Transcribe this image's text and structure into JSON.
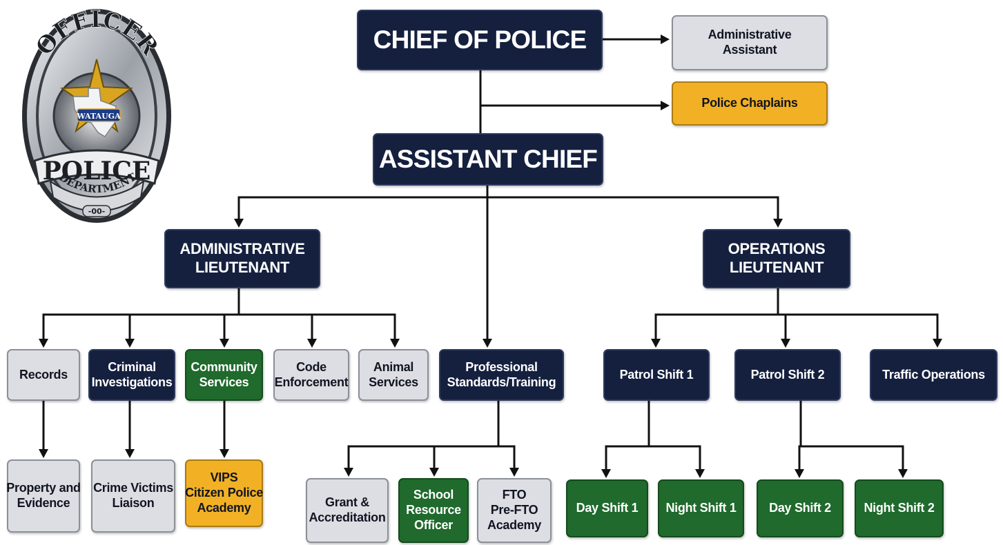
{
  "badge": {
    "top_text": "OFFICER",
    "mid_text": "POLICE",
    "bottom_text": "DEPARTMENT",
    "number": "-00-",
    "city_text": "WATAUGA",
    "colors": {
      "silver": "#bfc3c8",
      "gold": "#d9a521",
      "dark": "#2a2e33"
    }
  },
  "colors": {
    "navy": "#15203f",
    "grey": "#dcdee3",
    "green": "#1f6a2c",
    "gold": "#f2b124",
    "line": "#111111"
  },
  "nodes": {
    "chief": {
      "lines": [
        "CHIEF OF POLICE"
      ]
    },
    "admin_assistant": {
      "lines": [
        "Administrative",
        "Assistant"
      ]
    },
    "chaplains": {
      "lines": [
        "Police Chaplains"
      ]
    },
    "asst_chief": {
      "lines": [
        "ASSISTANT CHIEF"
      ]
    },
    "admin_lt": {
      "lines": [
        "ADMINISTRATIVE",
        "LIEUTENANT"
      ]
    },
    "ops_lt": {
      "lines": [
        "OPERATIONS",
        "LIEUTENANT"
      ]
    },
    "records": {
      "lines": [
        "Records"
      ]
    },
    "criminal": {
      "lines": [
        "Criminal",
        "Investigations"
      ]
    },
    "community": {
      "lines": [
        "Community",
        "Services"
      ]
    },
    "code": {
      "lines": [
        "Code",
        "Enforcement"
      ]
    },
    "animal": {
      "lines": [
        "Animal",
        "Services"
      ]
    },
    "prof": {
      "lines": [
        "Professional",
        "Standards/Training"
      ]
    },
    "patrol1": {
      "lines": [
        "Patrol Shift 1"
      ]
    },
    "patrol2": {
      "lines": [
        "Patrol Shift 2"
      ]
    },
    "traffic": {
      "lines": [
        "Traffic Operations"
      ]
    },
    "property": {
      "lines": [
        "Property and",
        "Evidence"
      ]
    },
    "victims": {
      "lines": [
        "Crime Victims",
        "Liaison"
      ]
    },
    "vips": {
      "lines": [
        "VIPS",
        "Citizen Police",
        "Academy"
      ]
    },
    "grant": {
      "lines": [
        "Grant &",
        "Accreditation"
      ]
    },
    "sro": {
      "lines": [
        "School",
        "Resource",
        "Officer"
      ]
    },
    "fto": {
      "lines": [
        "FTO",
        "Pre-FTO",
        "Academy"
      ]
    },
    "day1": {
      "lines": [
        "Day Shift 1"
      ]
    },
    "night1": {
      "lines": [
        "Night Shift 1"
      ]
    },
    "day2": {
      "lines": [
        "Day Shift 2"
      ]
    },
    "night2": {
      "lines": [
        "Night Shift 2"
      ]
    }
  }
}
